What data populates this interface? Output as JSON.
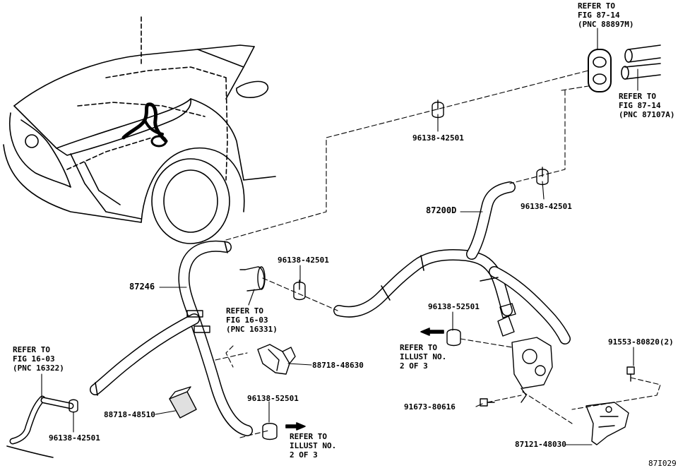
{
  "parts": {
    "p_87246": "87246",
    "p_87200d": "87200D",
    "p_96138_42501_a": "96138-42501",
    "p_96138_42501_b": "96138-42501",
    "p_96138_42501_c": "96138-42501",
    "p_96138_42501_d": "96138-42501",
    "p_96138_52501_a": "96138-52501",
    "p_96138_52501_b": "96138-52501",
    "p_88718_48630": "88718-48630",
    "p_88718_48510": "88718-48510",
    "p_91553_80820": "91553-80820(2)",
    "p_91673_80616": "91673-80616",
    "p_87121_48030": "87121-48030"
  },
  "refs": {
    "fig87_14_88897m": [
      "REFER TO",
      "FIG 87-14",
      "(PNC 88897M)"
    ],
    "fig87_14_87107a": [
      "REFER TO",
      "FIG 87-14",
      "(PNC 87107A)"
    ],
    "fig16_03_16331": [
      "REFER TO",
      "FIG 16-03",
      "(PNC 16331)"
    ],
    "fig16_03_16322": [
      "REFER TO",
      "FIG 16-03",
      "(PNC 16322)"
    ],
    "illust_right": [
      "REFER TO",
      "ILLUST NO.",
      "2 OF 3"
    ],
    "illust_bottom": [
      "REFER TO",
      "ILLUST NO.",
      "2 OF 3"
    ]
  },
  "figure_code": "87I029"
}
